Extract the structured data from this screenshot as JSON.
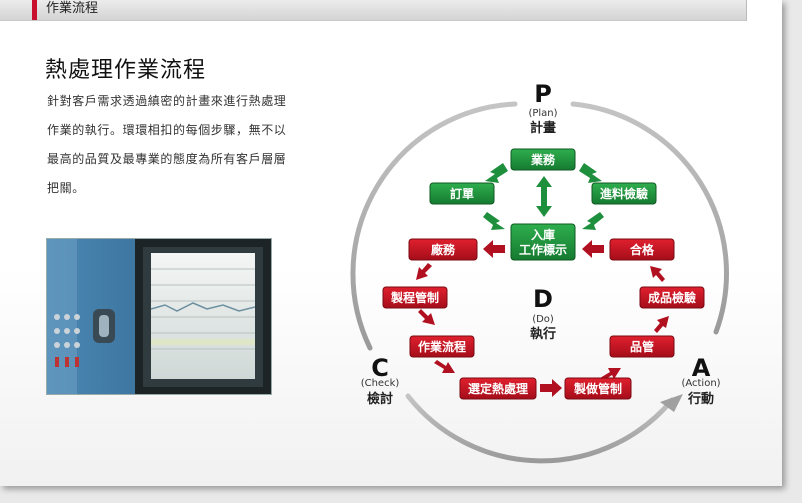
{
  "header": {
    "section_title": "作業流程"
  },
  "page_title": "熱處理作業流程",
  "intro_lines": [
    "針對客戶需求透過縝密的計畫來進行熱處理",
    "作業的執行。環環相扣的每個步驟，無不以",
    "最高的品質及最專業的態度為所有客戶層層",
    "把關。"
  ],
  "cycle": {
    "plan": {
      "letter": "P",
      "english": "(Plan)",
      "chinese": "計畫"
    },
    "do": {
      "letter": "D",
      "english": "(Do)",
      "chinese": "執行"
    },
    "check": {
      "letter": "C",
      "english": "(Check)",
      "chinese": "檢討"
    },
    "action": {
      "letter": "A",
      "english": "(Action)",
      "chinese": "行動"
    }
  },
  "steps": {
    "business": "業務",
    "order": "訂單",
    "incoming_check": "進料檢驗",
    "work_label_1": "入庫",
    "work_label_2": "工作標示",
    "factory": "廠務",
    "pass": "合格",
    "process_control": "製程管制",
    "product_check": "成品檢驗",
    "work_flow": "作業流程",
    "quality_control": "品管",
    "select_heat": "選定熱處理",
    "making_control": "製做管制"
  },
  "colors": {
    "accent": "#c8102e",
    "green": "#1e8f3c",
    "red": "#c8102e",
    "ring": "#a9a9a9"
  }
}
